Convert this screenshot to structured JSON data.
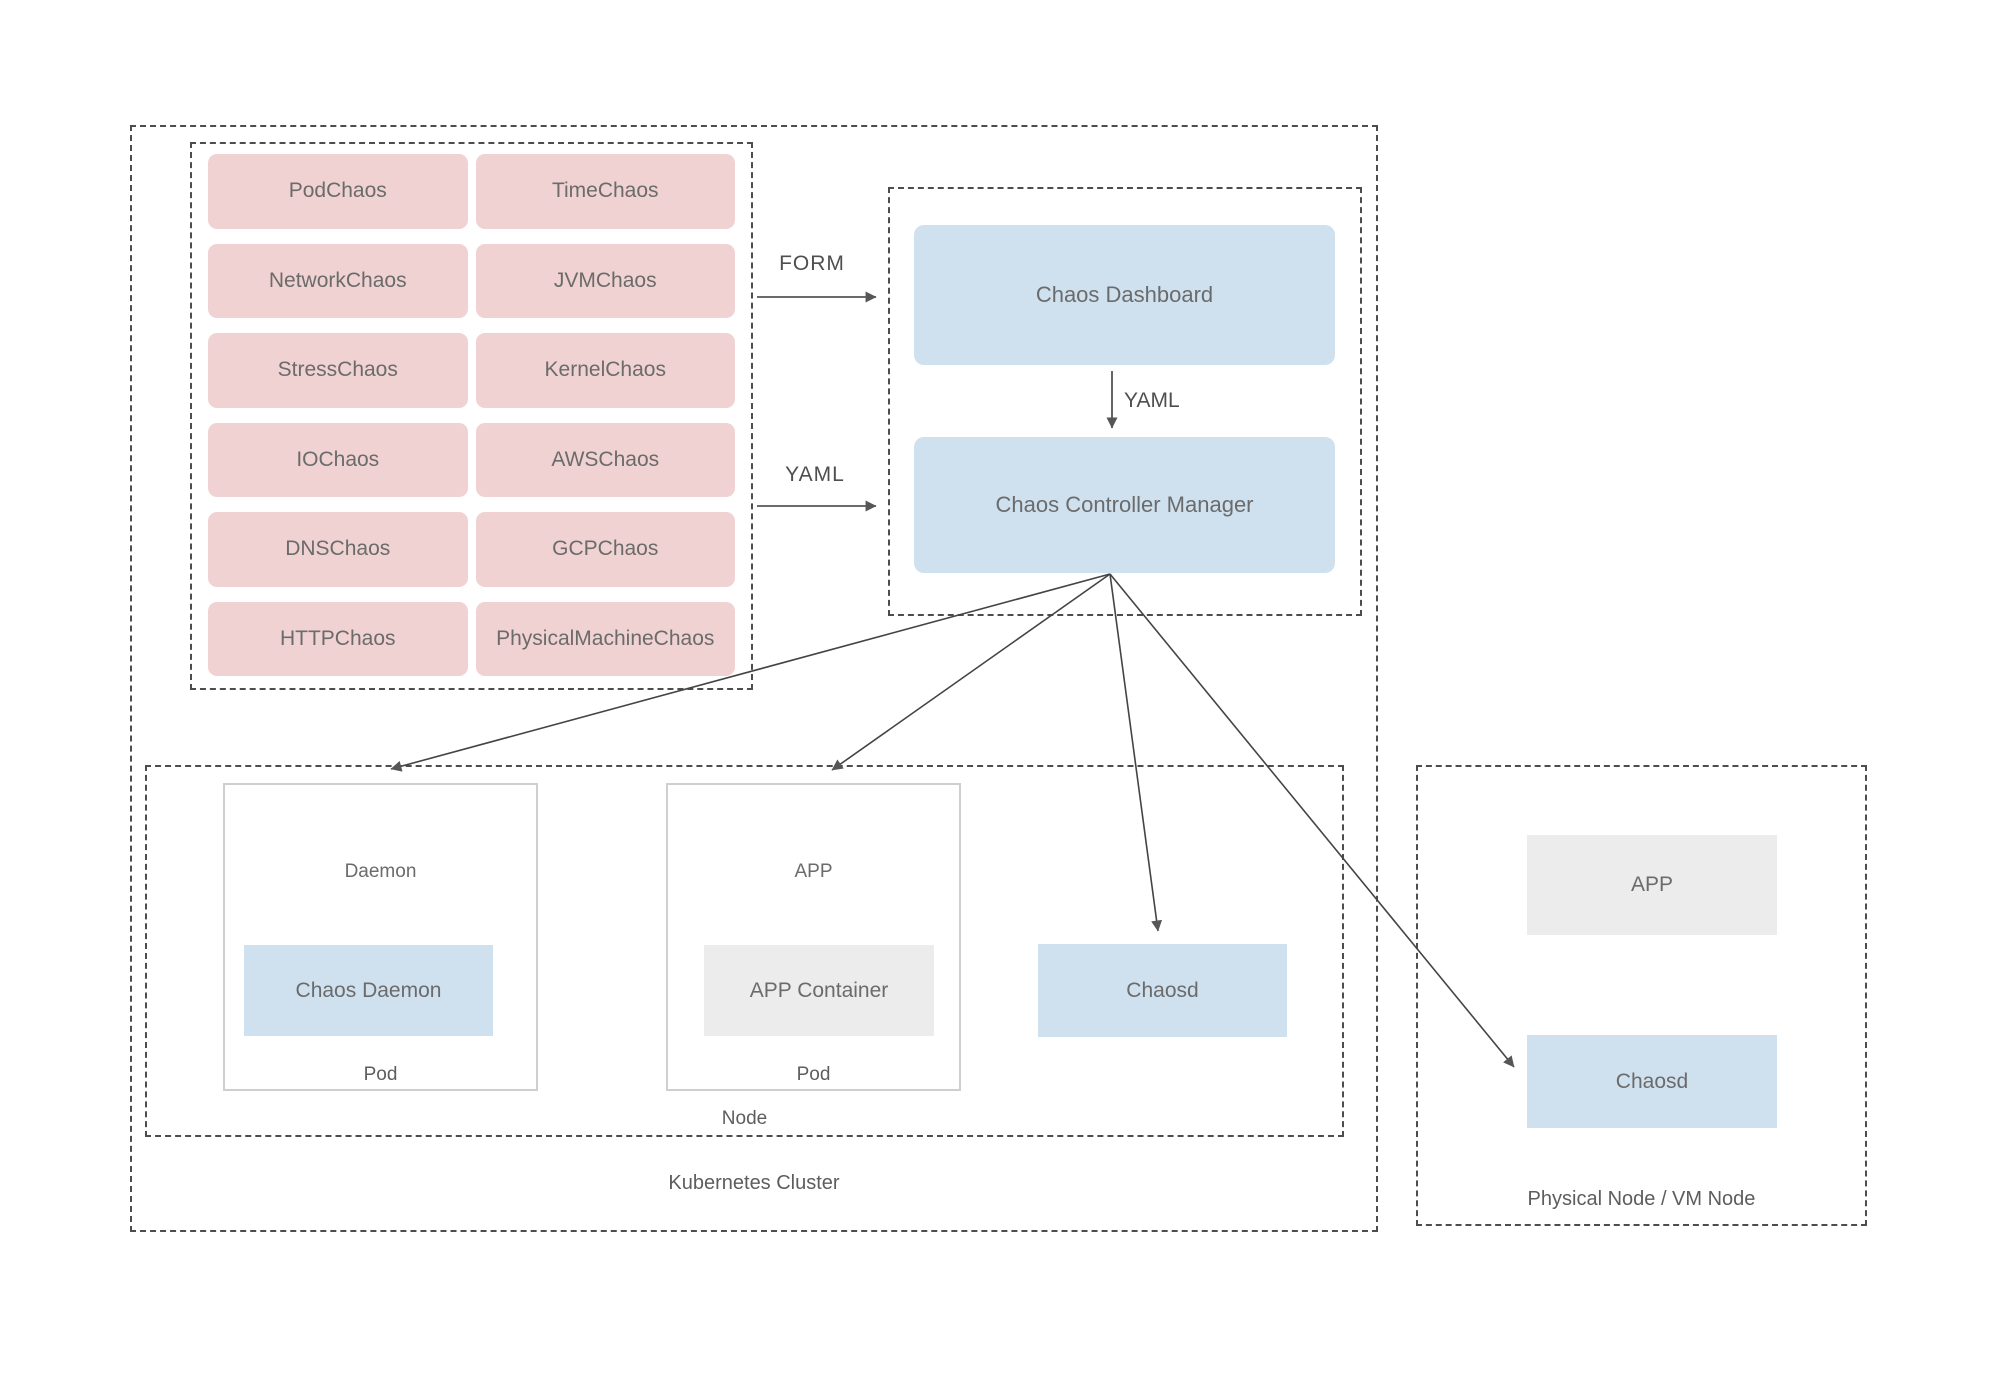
{
  "chaos_types": [
    "PodChaos",
    "TimeChaos",
    "NetworkChaos",
    "JVMChaos",
    "StressChaos",
    "KernelChaos",
    "IOChaos",
    "AWSChaos",
    "DNSChaos",
    "GCPChaos",
    "HTTPChaos",
    "PhysicalMachineChaos"
  ],
  "flow": {
    "form_label": "FORM",
    "yaml_label_mid": "YAML",
    "yaml_label_down": "YAML"
  },
  "control_plane": {
    "dashboard": "Chaos Dashboard",
    "controller_manager": "Chaos Controller Manager"
  },
  "cluster": {
    "label": "Kubernetes Cluster",
    "node_label": "Node",
    "daemon_pod": {
      "title": "Daemon",
      "container": "Chaos Daemon",
      "footer": "Pod"
    },
    "app_pod": {
      "title": "APP",
      "container": "APP Container",
      "footer": "Pod"
    },
    "chaosd_label": "Chaosd"
  },
  "physical_node": {
    "label": "Physical Node / VM Node",
    "app_label": "APP",
    "chaosd_label": "Chaosd"
  },
  "colors": {
    "pink": "#f0d2d2",
    "blue": "#cfe0ef",
    "gray": "#ececec",
    "text_muted": "#6b6b6b",
    "dash_border": "#4d4d4d",
    "pod_border": "#cfcfcf",
    "arrow": "#565656"
  }
}
